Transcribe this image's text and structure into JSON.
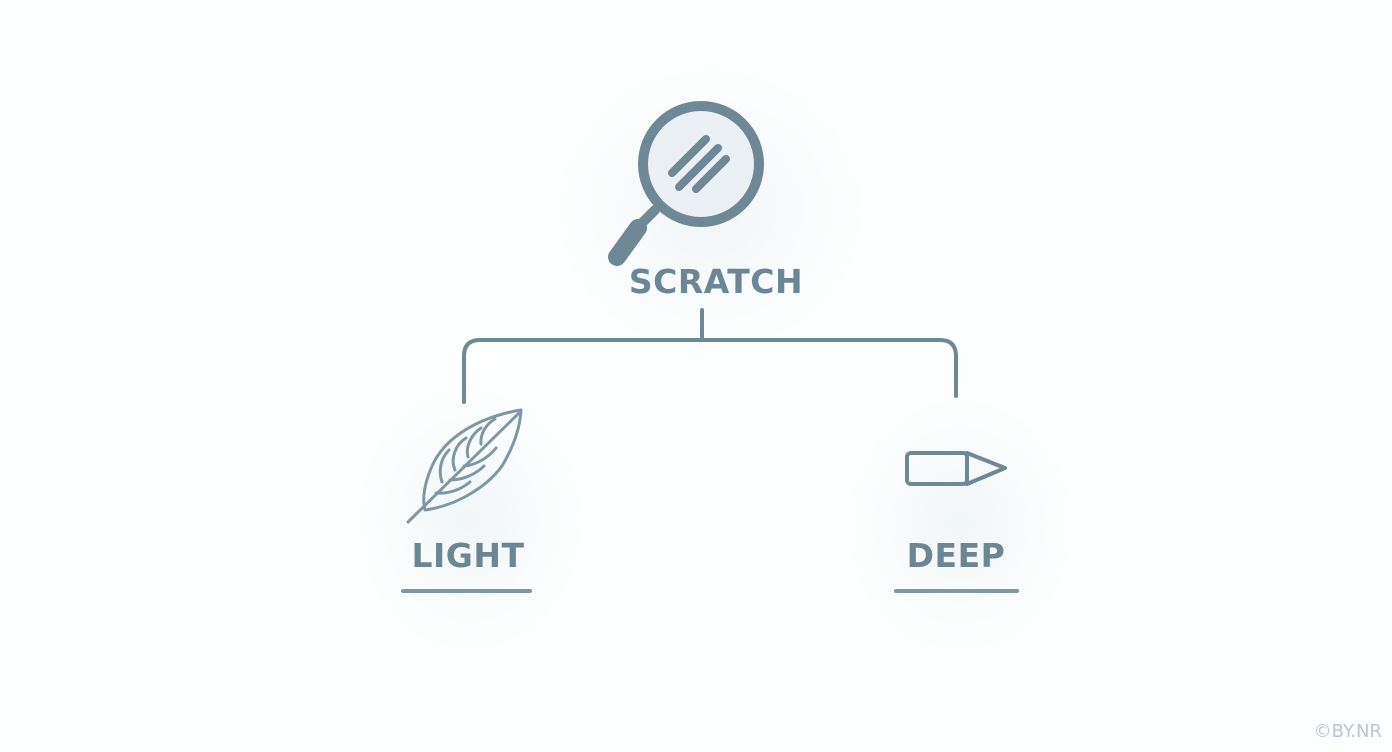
{
  "colors": {
    "stroke": "#6f8895",
    "label": "#6b8796",
    "underline": "#7f97a3",
    "background": "#fdfefe",
    "watermark": "#b9c6cd"
  },
  "root": {
    "label": "SCRATCH",
    "icon": "magnifying-glass-icon"
  },
  "branches": [
    {
      "label": "LIGHT",
      "icon": "feather-icon"
    },
    {
      "label": "DEEP",
      "icon": "pencil-icon"
    }
  ],
  "watermark": "©BY.NR"
}
